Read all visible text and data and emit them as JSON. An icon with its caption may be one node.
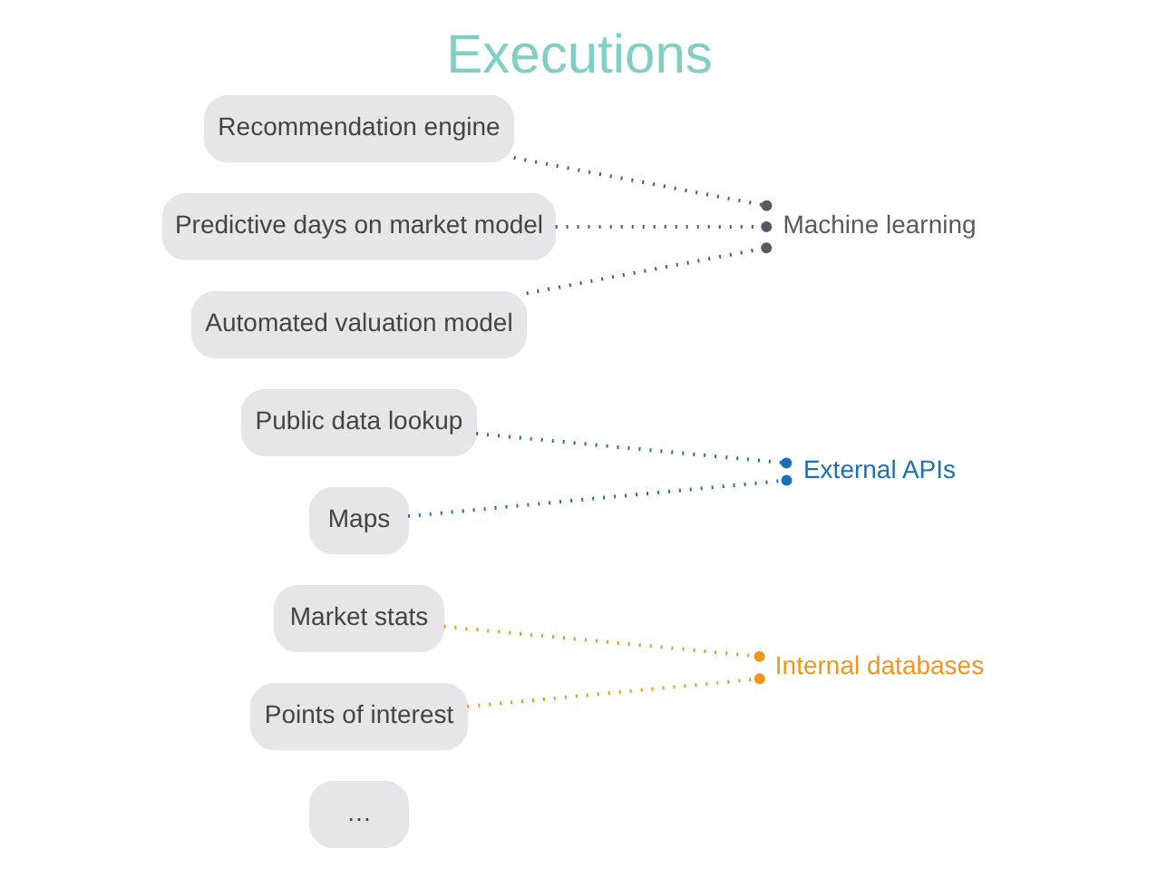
{
  "diagram": {
    "title": "Executions",
    "nodes": [
      {
        "text": [
          "Recommendation engine"
        ]
      },
      {
        "text": [
          "Predictive days on market model"
        ]
      },
      {
        "text": [
          "Machine learning"
        ]
      },
      {
        "text": [
          "Automated valuation model"
        ]
      },
      {
        "text": [
          "Public data lookup"
        ]
      },
      {
        "text": [
          "External APIs"
        ]
      },
      {
        "text": [
          "Maps"
        ]
      },
      {
        "text": [
          "Market stats"
        ]
      },
      {
        "text": [
          "Internal databases"
        ]
      },
      {
        "text": [
          "Points of interest"
        ]
      },
      {
        "text": [
          "…"
        ]
      }
    ],
    "edges": [
      {
        "from": 0,
        "to": 2,
        "arrow": "other",
        "style": "dashed"
      },
      {
        "from": 1,
        "to": 2,
        "arrow": "other",
        "style": "dashed"
      },
      {
        "from": 3,
        "to": 2,
        "arrow": "other",
        "style": "dashed"
      },
      {
        "from": 4,
        "to": 5,
        "arrow": "other",
        "style": "dashed",
        "color": "#1f6fb5"
      },
      {
        "from": 6,
        "to": 5,
        "arrow": "other",
        "style": "dashed",
        "color": "#1f6fb5"
      },
      {
        "from": 7,
        "to": 8,
        "arrow": "other",
        "style": "dashed",
        "color": "#f0961e"
      },
      {
        "from": 9,
        "to": 8,
        "arrow": "other",
        "style": "dashed",
        "color": "#f0961e"
      }
    ]
  }
}
